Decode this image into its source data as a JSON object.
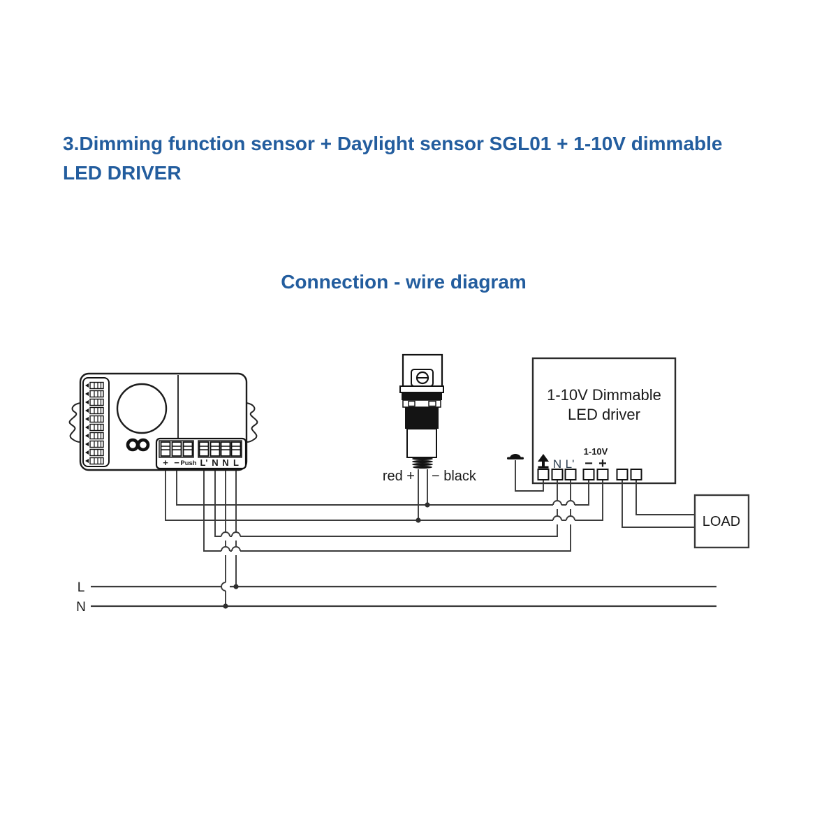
{
  "page": {
    "title_line1": "3.Dimming function sensor + Daylight sensor SGL01 + 1-10V dimmable",
    "title_line2": "LED DRIVER",
    "subtitle": "Connection - wire diagram",
    "accent_color": "#235d9e",
    "wire_color": "#3a3a3a"
  },
  "motion_sensor": {
    "terminals": [
      "+",
      "−",
      "Push",
      "L'",
      "N",
      "N",
      "L"
    ]
  },
  "daylight_sensor": {
    "label_left": "red +",
    "label_right": "− black"
  },
  "led_driver": {
    "name_line1": "1-10V Dimmable",
    "name_line2": "LED driver",
    "dim_label": "1-10V",
    "terminal_n": "N",
    "terminal_l": "L'",
    "terminal_minus": "−",
    "terminal_plus": "+"
  },
  "load": {
    "label": "LOAD"
  },
  "mains": {
    "live": "L",
    "neutral": "N"
  },
  "icons": {
    "earth_ground": "earth-ground-icon",
    "earth_terminal": "earth-terminal-arrow-icon",
    "infinity": "infinity-icon"
  }
}
